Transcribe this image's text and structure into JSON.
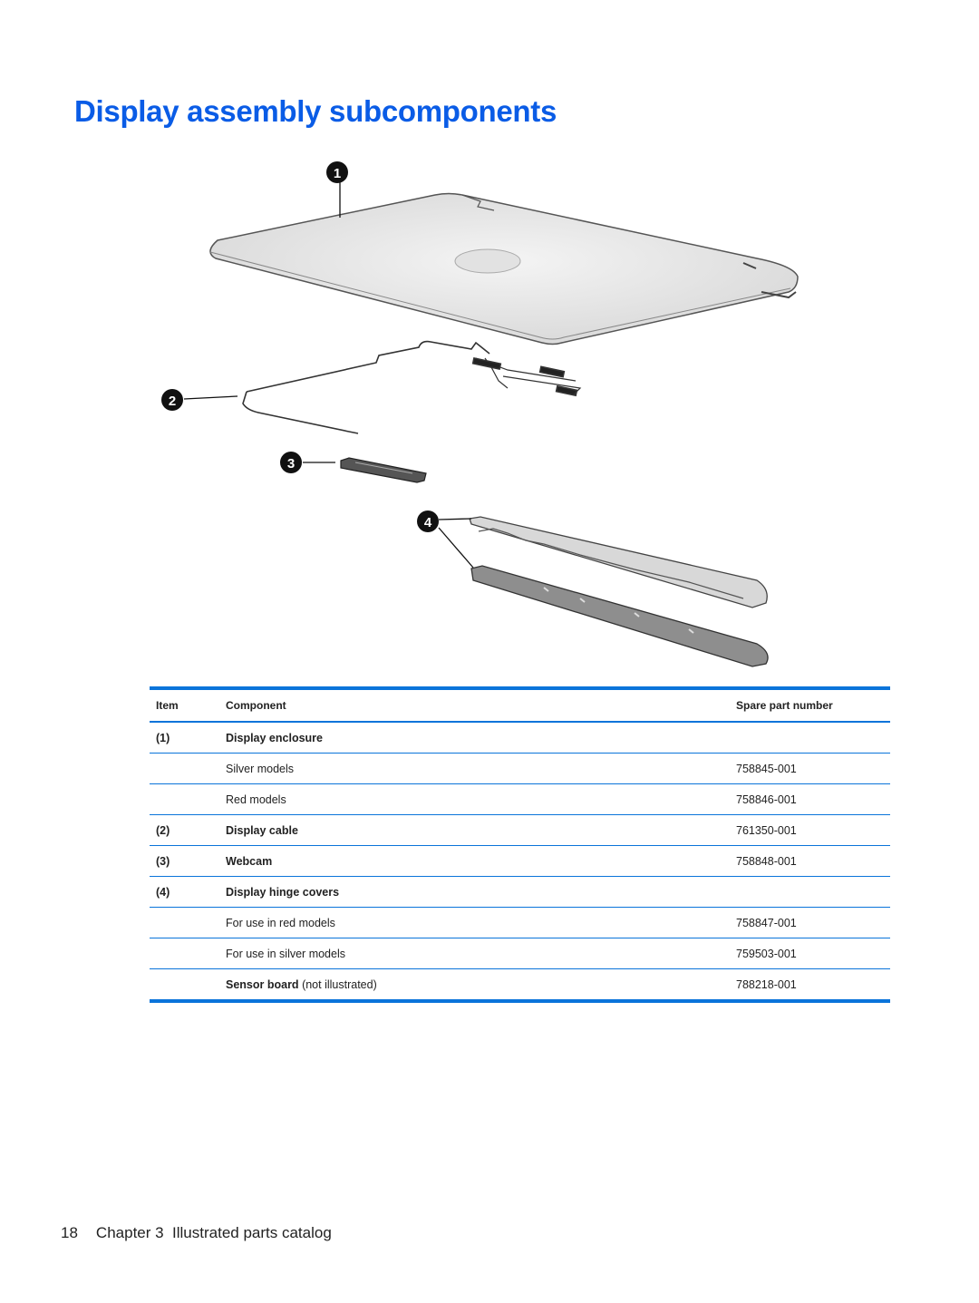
{
  "page_title": "Display assembly subcomponents",
  "callouts": [
    "1",
    "2",
    "3",
    "4"
  ],
  "table": {
    "headers": {
      "item": "Item",
      "component": "Component",
      "spare": "Spare part number"
    },
    "rows": [
      {
        "item": "(1)",
        "component": "Display enclosure",
        "note": "",
        "spare": "",
        "bold": true
      },
      {
        "item": "",
        "component": "Silver models",
        "note": "",
        "spare": "758845-001",
        "bold": false
      },
      {
        "item": "",
        "component": "Red models",
        "note": "",
        "spare": "758846-001",
        "bold": false
      },
      {
        "item": "(2)",
        "component": "Display cable",
        "note": "",
        "spare": "761350-001",
        "bold": true
      },
      {
        "item": "(3)",
        "component": "Webcam",
        "note": "",
        "spare": "758848-001",
        "bold": true
      },
      {
        "item": "(4)",
        "component": "Display hinge covers",
        "note": "",
        "spare": "",
        "bold": true
      },
      {
        "item": "",
        "component": "For use in red models",
        "note": "",
        "spare": "758847-001",
        "bold": false
      },
      {
        "item": "",
        "component": "For use in silver models",
        "note": "",
        "spare": "759503-001",
        "bold": false
      },
      {
        "item": "",
        "component": "Sensor board",
        "note": "(not illustrated)",
        "spare": "788218-001",
        "bold": true
      }
    ]
  },
  "footer": {
    "page_number": "18",
    "chapter": "Chapter 3  Illustrated parts catalog"
  },
  "colors": {
    "heading": "#0a5ce6",
    "rule": "#0a74da"
  }
}
